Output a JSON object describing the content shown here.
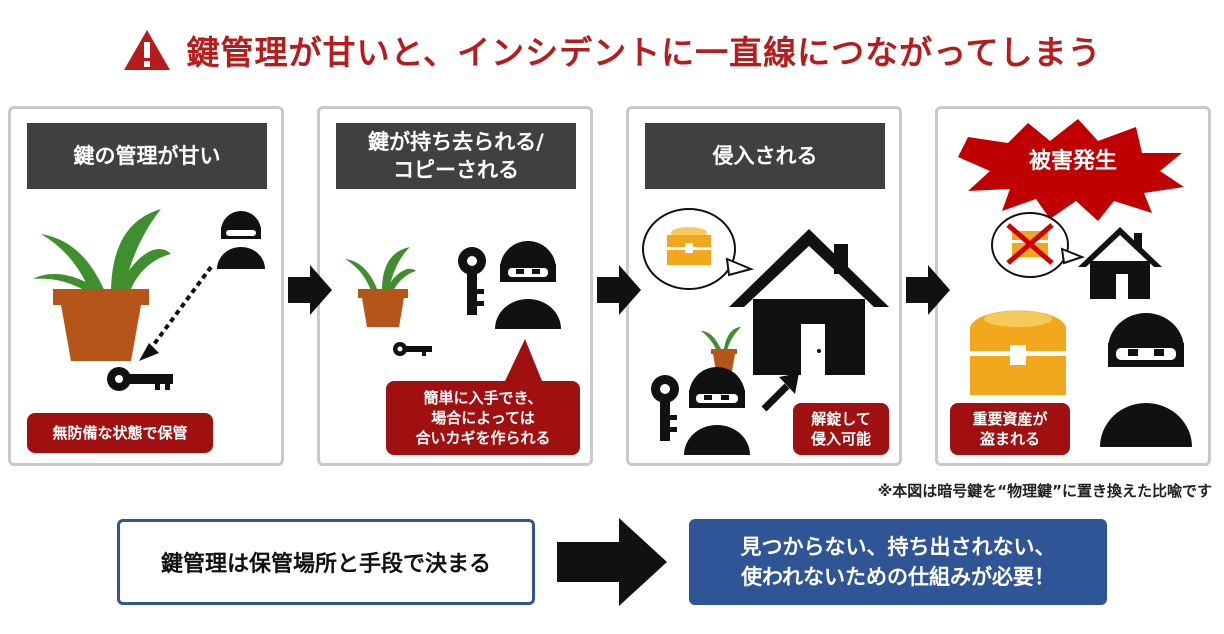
{
  "title": "鍵管理が甘いと、インシデントに一直線につながってしまう",
  "icons": {
    "warning": "warning-triangle-icon"
  },
  "colors": {
    "accent_red": "#b71c1c",
    "bubble_red": "#a01010",
    "header_gray": "#404040",
    "navy": "#2f5597",
    "gold": "#f2a81d",
    "pot": "#b5551a",
    "leaf": "#3f8f2f"
  },
  "steps": [
    {
      "header": "鍵の管理が甘い",
      "callout": "無防備な状態で保管"
    },
    {
      "header": "鍵が持ち去られる/\nコピーされる",
      "callout": "簡単に入手でき、\n場合によっては\n合いカギを作られる"
    },
    {
      "header": "侵入される",
      "callout": "解錠して\n侵入可能"
    },
    {
      "header": "被害発生",
      "callout": "重要資産が\n盗まれる"
    }
  ],
  "note": "※本図は暗号鍵を“物理鍵”に置き換えた比喩です",
  "summary": {
    "left": "鍵管理は保管場所と手段で決まる",
    "right": "見つからない、持ち出されない、\n使われないための仕組みが必要！"
  }
}
